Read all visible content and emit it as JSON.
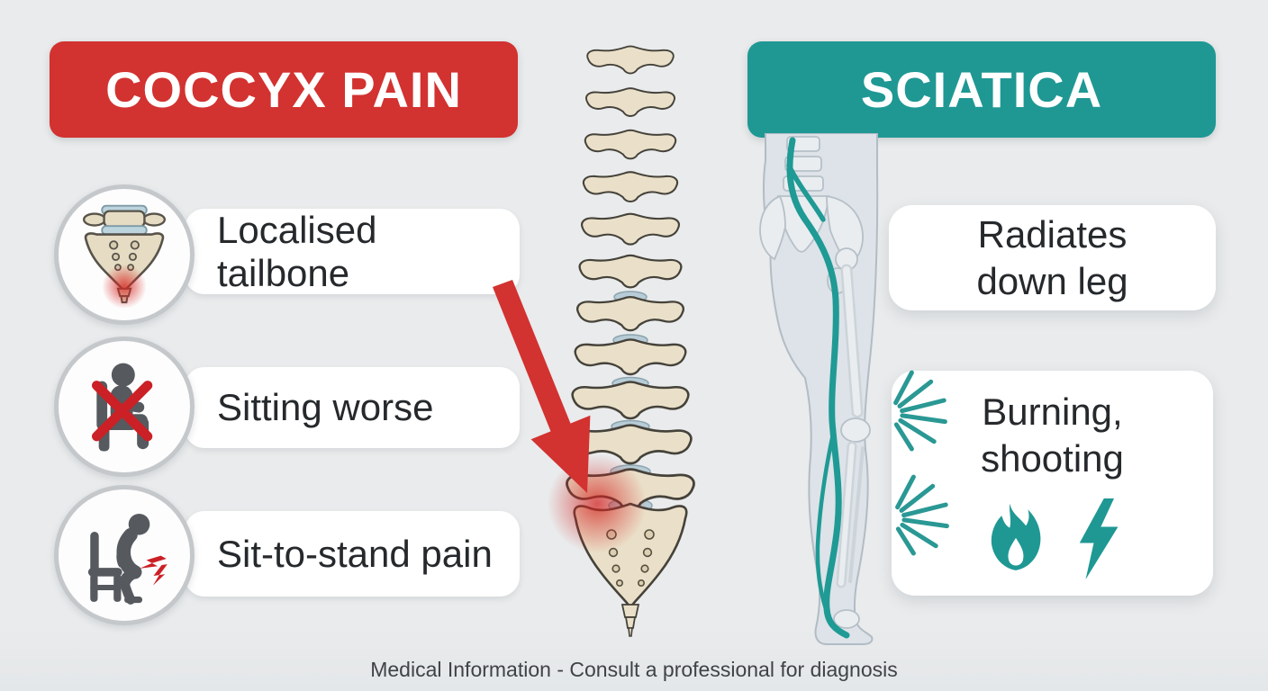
{
  "coccyx_panel": {
    "title": "COCCYX PAIN",
    "items": [
      {
        "icon": "coccyx-bone-icon",
        "label": "Localised tailbone"
      },
      {
        "icon": "no-sitting-icon",
        "label": "Sitting worse"
      },
      {
        "icon": "sit-to-stand-icon",
        "label": "Sit-to-stand pain"
      }
    ]
  },
  "sciatica_panel": {
    "title": "SCIATICA",
    "cards": [
      {
        "label": "Radiates down leg",
        "lines": [
          "Radiates",
          "down leg"
        ],
        "icons": []
      },
      {
        "label": "Burning, shooting",
        "lines": [
          "Burning,",
          "shooting"
        ],
        "icons": [
          "flame-icon",
          "lightning-bolt-icon"
        ]
      }
    ]
  },
  "center_illustration": {
    "name": "spine-posterior-view",
    "annotations": [
      "red-arrow-to-tailbone",
      "pain-glow-at-sacrum"
    ]
  },
  "sciatica_illustration": {
    "name": "leg-with-sciatic-nerve",
    "annotations": [
      "sciatic-nerve-path",
      "radiating-pain-bursts"
    ]
  },
  "footer": {
    "disclaimer": "Medical Information - Consult a professional for diagnosis"
  },
  "colors": {
    "red": "#d23230",
    "teal": "#1f9894",
    "bg": "#e9ebec",
    "card": "#ffffff",
    "text": "#26292c",
    "icon-gray": "#565a5f",
    "pain-red": "#cb2026",
    "bone": "#eae0c9",
    "bone-outline": "#45423a",
    "body": "#dde3e8",
    "body-outline": "#b2bcc5",
    "nerve": "#1f9a95",
    "disc": "#b7ccd6"
  }
}
